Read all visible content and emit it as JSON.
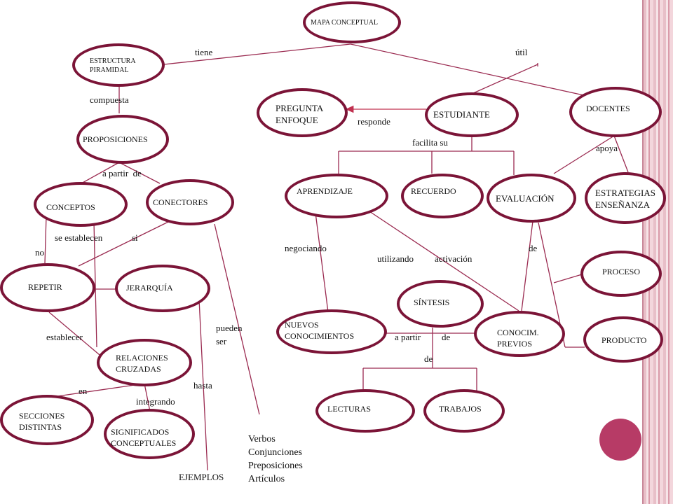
{
  "title": "MAPA CONCEPTUAL",
  "colors": {
    "node_border": "#7b1437",
    "line": "#9a2a50",
    "arrow": "#c0304f",
    "accent": "#b73b66",
    "stripe": "#e8bfc8"
  },
  "nodes": {
    "mapa_conceptual": "MAPA CONCEPTUAL",
    "estructura_piramidal": "ESTRUCTURA\nPIRAMIDAL",
    "proposiciones": "PROPOSICIONES",
    "conceptos": "CONCEPTOS",
    "conectores": "CONECTORES",
    "repetir": "REPETIR",
    "jerarquia": "JERARQUÍA",
    "relaciones_cruzadas": "RELACIONES\nCRUZADAS",
    "secciones_distintas": "SECCIONES\nDISTINTAS",
    "significados_conceptuales": "SIGNIFICADOS\nCONCEPTUALES",
    "pregunta_enfoque": "PREGUNTA\nENFOQUE",
    "estudiante": "ESTUDIANTE",
    "docentes": "DOCENTES",
    "aprendizaje": "APRENDIZAJE",
    "recuerdo": "RECUERDO",
    "evaluacion": "EVALUACIÓN",
    "estrategias_ensenanza": "ESTRATEGIAS\nENSEÑANZA",
    "proceso": "PROCESO",
    "producto": "PRODUCTO",
    "sintesis": "SÍNTESIS",
    "nuevos_conocimientos": "NUEVOS\nCONOCIMIENTOS",
    "conocim_previos": "CONOCIM.\nPREVIOS",
    "lecturas": "LECTURAS",
    "trabajos": "TRABAJOS"
  },
  "link_labels": {
    "tiene": "tiene",
    "util": "útil",
    "compuesta": "compuesta",
    "a_partir_de_1": "a partir  de",
    "se_establecen": "se establecen",
    "si": "si",
    "no": "no",
    "establecer": "establecer",
    "en": "en",
    "integrando": "integrando",
    "pueden_ser": "pueden\nser",
    "hasta": "hasta",
    "responde": "responde",
    "facilita_su": "facilita su",
    "apoya": "apoya",
    "negociando": "negociando",
    "utilizando": "utilizando",
    "activacion": "activación",
    "de_1": "de",
    "a_partir": "a partir",
    "de_2": "de",
    "de_3": "de"
  },
  "free_text": {
    "ejemplos": "EJEMPLOS",
    "word_list": "Verbos\nConjunciones\nPreposiciones\nArtículos"
  }
}
